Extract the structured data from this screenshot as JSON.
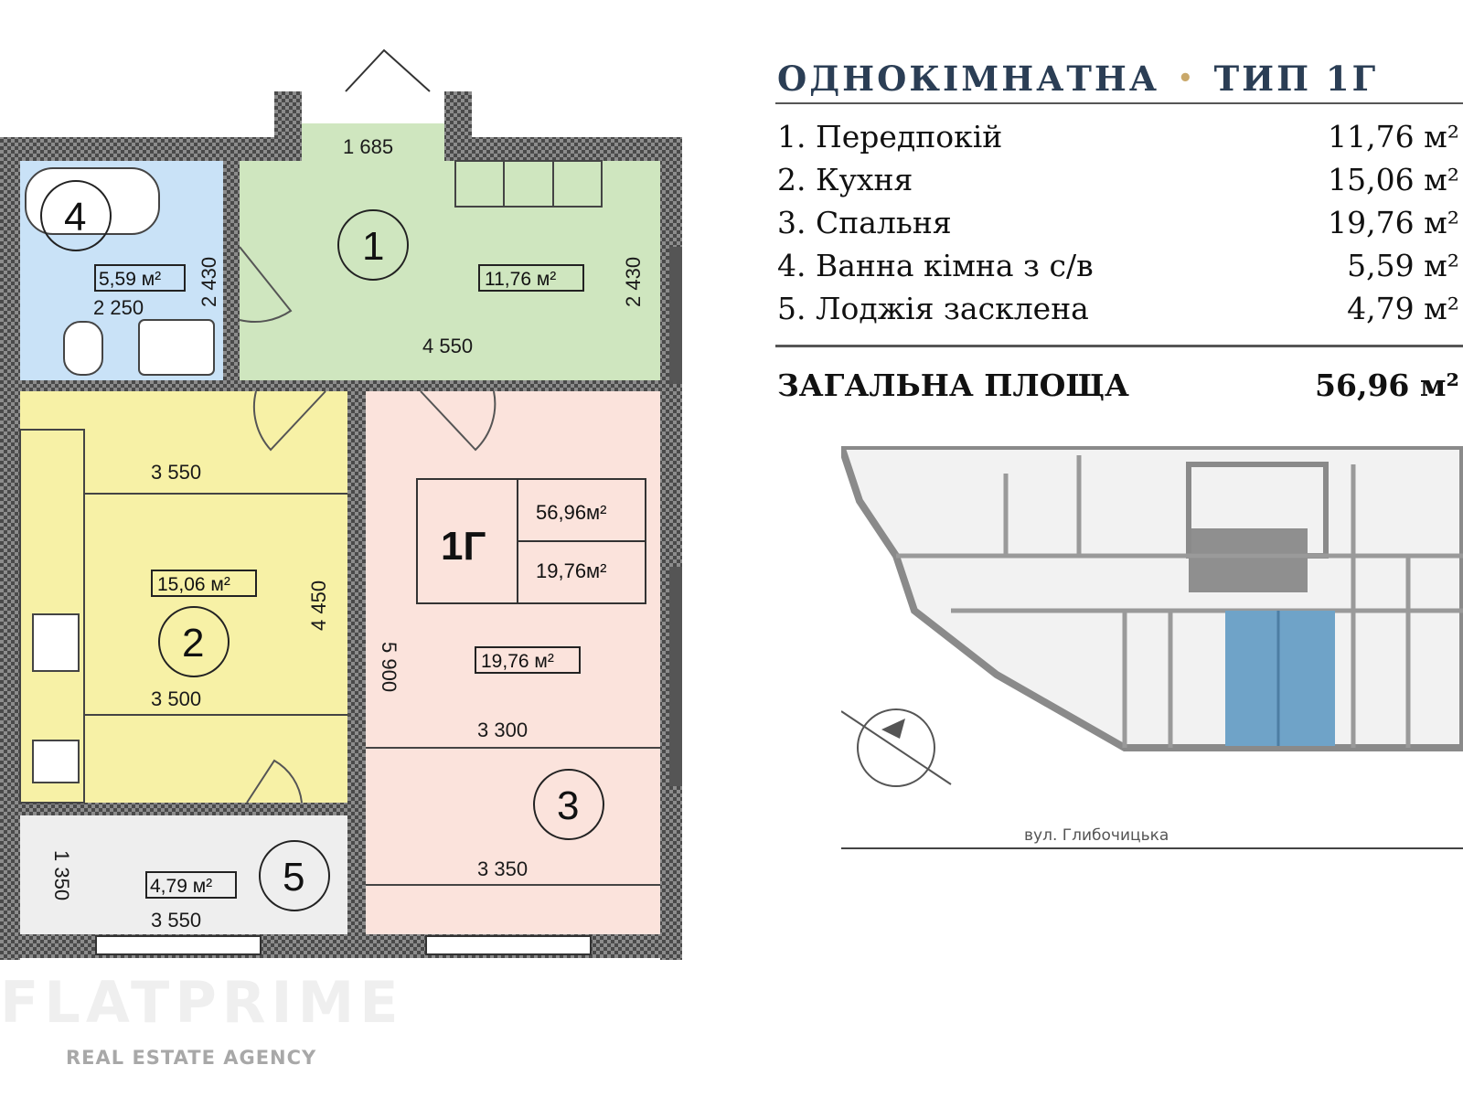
{
  "heading": {
    "title_left": "ОДНОКІМНАТНА",
    "separator": "•",
    "title_right": "ТИП 1Г"
  },
  "rooms": [
    {
      "label": "1. Передпокій",
      "area": "11,76 м²"
    },
    {
      "label": "2. Кухня",
      "area": "15,06 м²"
    },
    {
      "label": "3. Спальня",
      "area": "19,76 м²"
    },
    {
      "label": "4. Ванна кімна з с/в",
      "area": "5,59 м²"
    },
    {
      "label": "5. Лоджія засклена",
      "area": "4,79 м²"
    }
  ],
  "total": {
    "label": "ЗАГАЛЬНА ПЛОЩА",
    "value": "56,96 м²"
  },
  "street": "вул. Глибочицька",
  "plan": {
    "room_numbers": [
      "1",
      "2",
      "3",
      "4",
      "5"
    ],
    "room_areas": {
      "hall": "11,76 м²",
      "kitchen": "15,06 м²",
      "bedroom": "19,76 м²",
      "bath": "5,59 м²",
      "loggia": "4,79 м²"
    },
    "badge": {
      "type": "1Г",
      "total": "56,96м²",
      "living": "19,76м²"
    },
    "dimensions": {
      "d1685": "1 685",
      "d2250": "2 250",
      "d2430a": "2 430",
      "d2430b": "2 430",
      "d4550": "4 550",
      "d3550a": "3 550",
      "d4450": "4 450",
      "d3500": "3 500",
      "d5900": "5 900",
      "d3300": "3 300",
      "d3350": "3 350",
      "d1350": "1 350",
      "d3550b": "3 550"
    }
  },
  "colors": {
    "hall": "#cfe6bf",
    "kitchen": "#f7f1a6",
    "bedroom": "#fbe3dc",
    "bath": "#c9e2f7",
    "loggia": "#eeeeee",
    "highlight": "#6fa3c8",
    "heading": "#2b3e55"
  },
  "watermark": {
    "brand": "FLATPRIME",
    "tagline": "REAL ESTATE AGENCY"
  }
}
